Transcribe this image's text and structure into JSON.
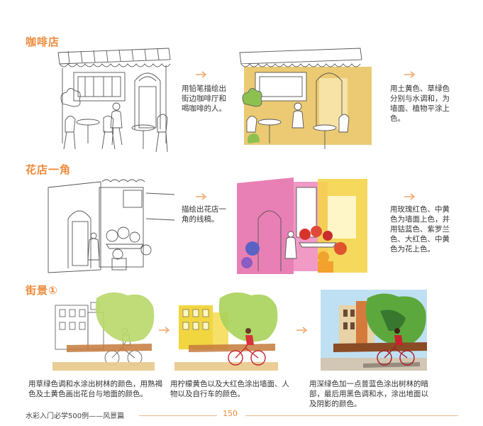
{
  "sections": {
    "cafe": {
      "title": "咖啡店",
      "step1_caption": "用铅笔描绘出街边咖啡厅和喝咖啡的人。",
      "step2_caption": "用土黄色、草绿色分别与水调和，为墙面、植物平涂上色。"
    },
    "flower_shop": {
      "title": "花店一角",
      "step1_caption": "描绘出花店一角的线稿。",
      "step2_caption": "用玫瑰红色、中黄色为墙面上色，并用钴蓝色、紫罗兰色、大红色、中黄色为花上色。"
    },
    "street": {
      "title": "街景①",
      "step1_caption": "用草绿色调和水涂出树林的颜色，用熟褐色及土黄色画出花台与地面的颜色。",
      "step2_caption": "用柠檬黄色以及大红色涂出墙面、人物以及自行车的颜色。",
      "step3_caption": "用深绿色加一点普蓝色涂出树林的暗部，最后用黑色调和水，涂出地面以及阴影的颜色。"
    }
  },
  "footer": {
    "book_title": "水彩入门必学500例——风景篇",
    "page_number": "150"
  },
  "colors": {
    "accent": "#ee8a3a",
    "ochre": "#e8c15a",
    "rose": "#e46aa8",
    "green": "#8cc152"
  },
  "icons": [
    "arrow-right-icon"
  ]
}
